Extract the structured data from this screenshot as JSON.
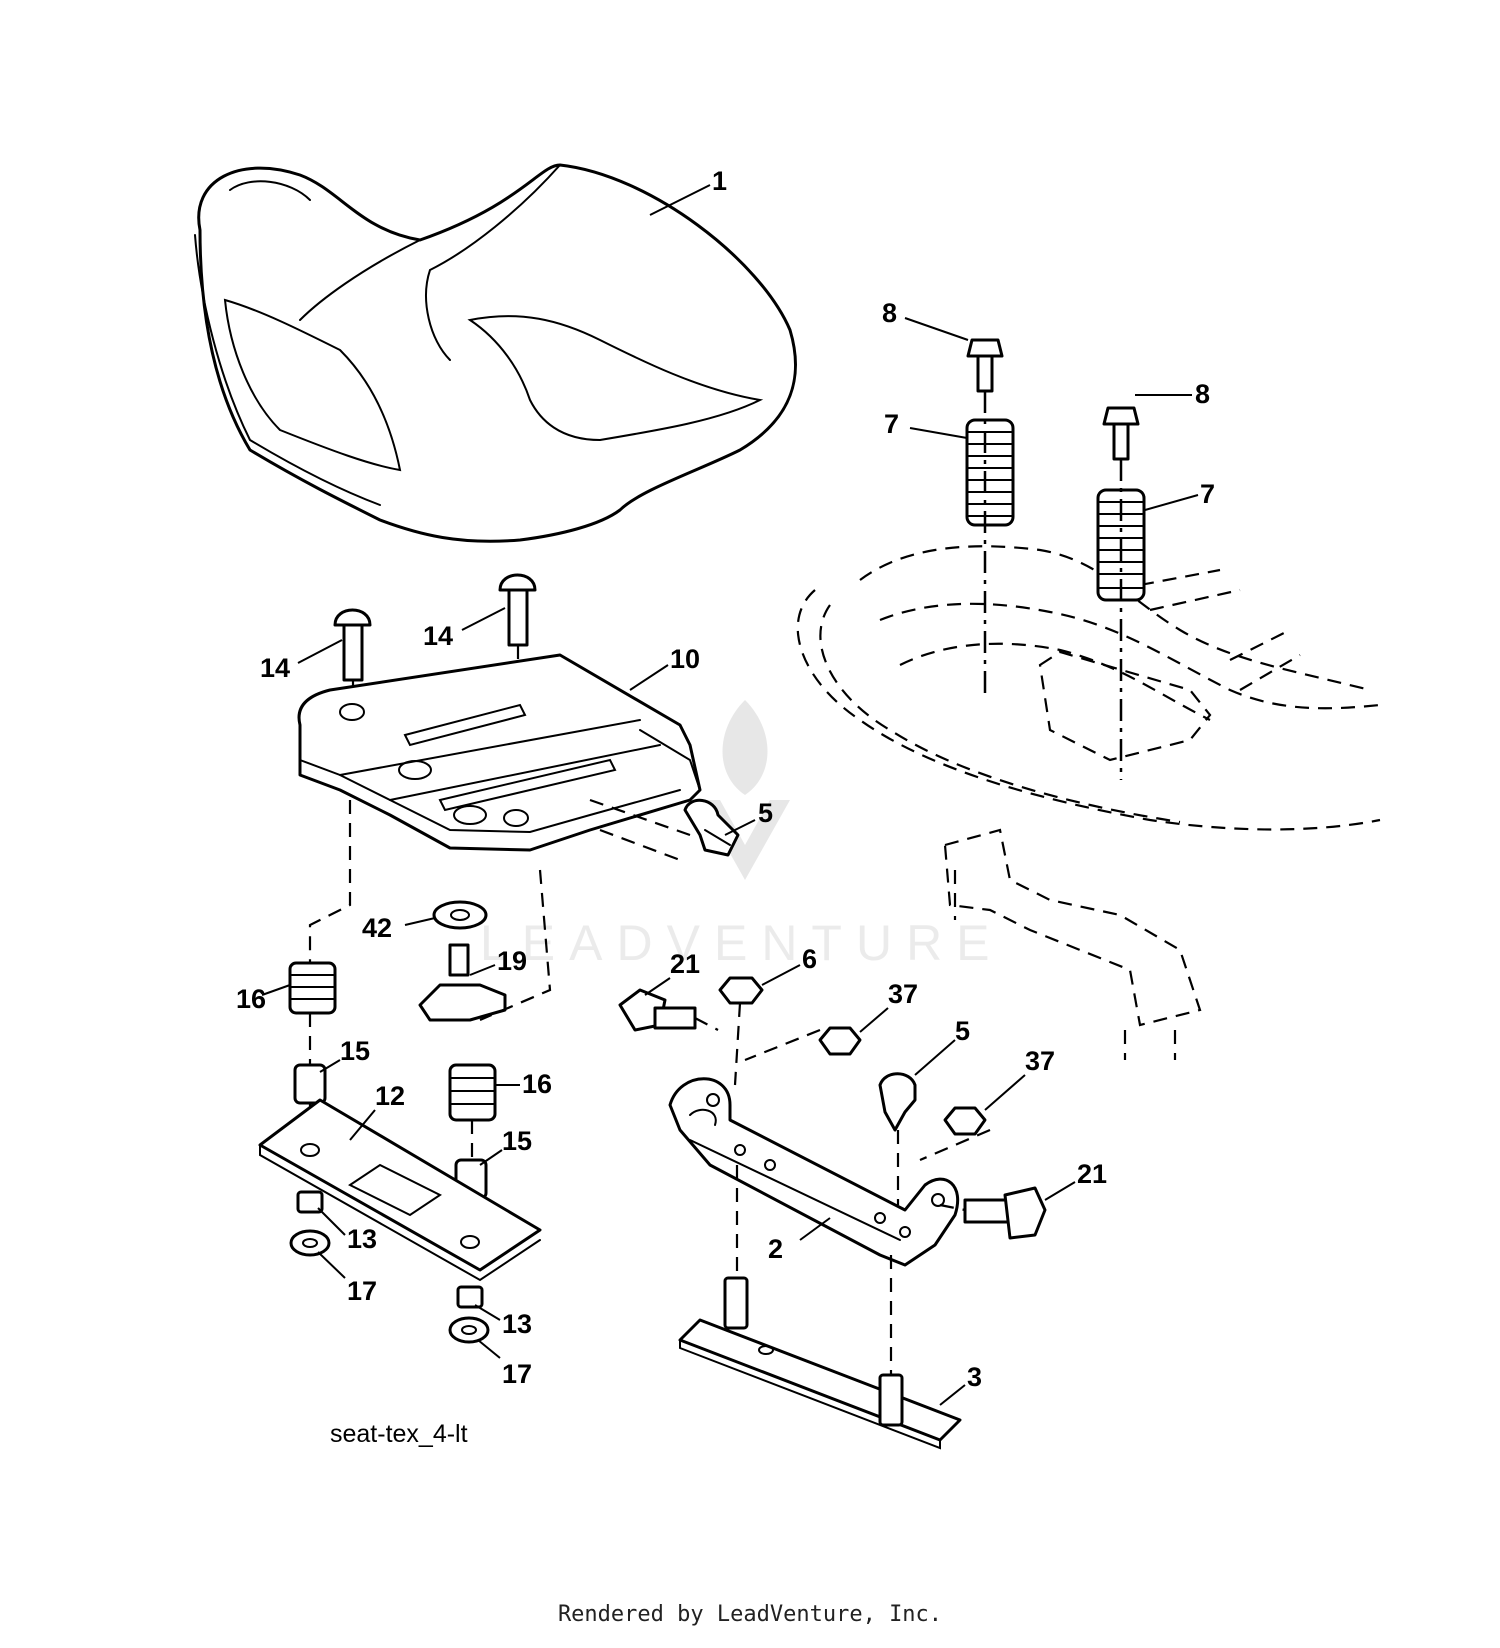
{
  "diagram": {
    "code": "seat-tex_4-lt",
    "watermark": "LEADVENTURE",
    "callouts": [
      "1",
      "8",
      "8",
      "7",
      "7",
      "14",
      "14",
      "10",
      "5",
      "42",
      "19",
      "16",
      "16",
      "15",
      "15",
      "12",
      "13",
      "13",
      "17",
      "17",
      "21",
      "21",
      "6",
      "37",
      "37",
      "5",
      "2",
      "3"
    ]
  },
  "footer": {
    "text": "Rendered by LeadVenture, Inc."
  }
}
